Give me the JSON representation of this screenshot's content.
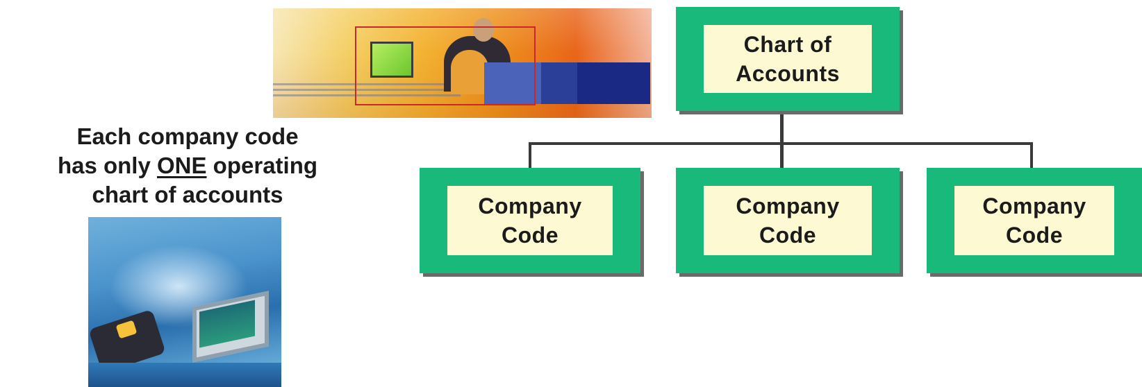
{
  "caption": {
    "line1": "Each company code",
    "line2_before": "has only ",
    "line2_emphasis": "ONE",
    "line2_after": " operating",
    "line3": "chart of accounts"
  },
  "org_chart": {
    "root": {
      "line1": "Chart of",
      "line2": "Accounts"
    },
    "children": [
      {
        "line1": "Company",
        "line2": "Code"
      },
      {
        "line1": "Company",
        "line2": "Code"
      },
      {
        "line1": "Company",
        "line2": "Code"
      }
    ]
  },
  "colors": {
    "node_border": "#19b97c",
    "node_fill": "#fdf9d2",
    "connector": "#3a3a3a",
    "text": "#1b1b1b"
  },
  "images": {
    "banner": "office-team-photo",
    "side": "technology-collage-photo"
  }
}
